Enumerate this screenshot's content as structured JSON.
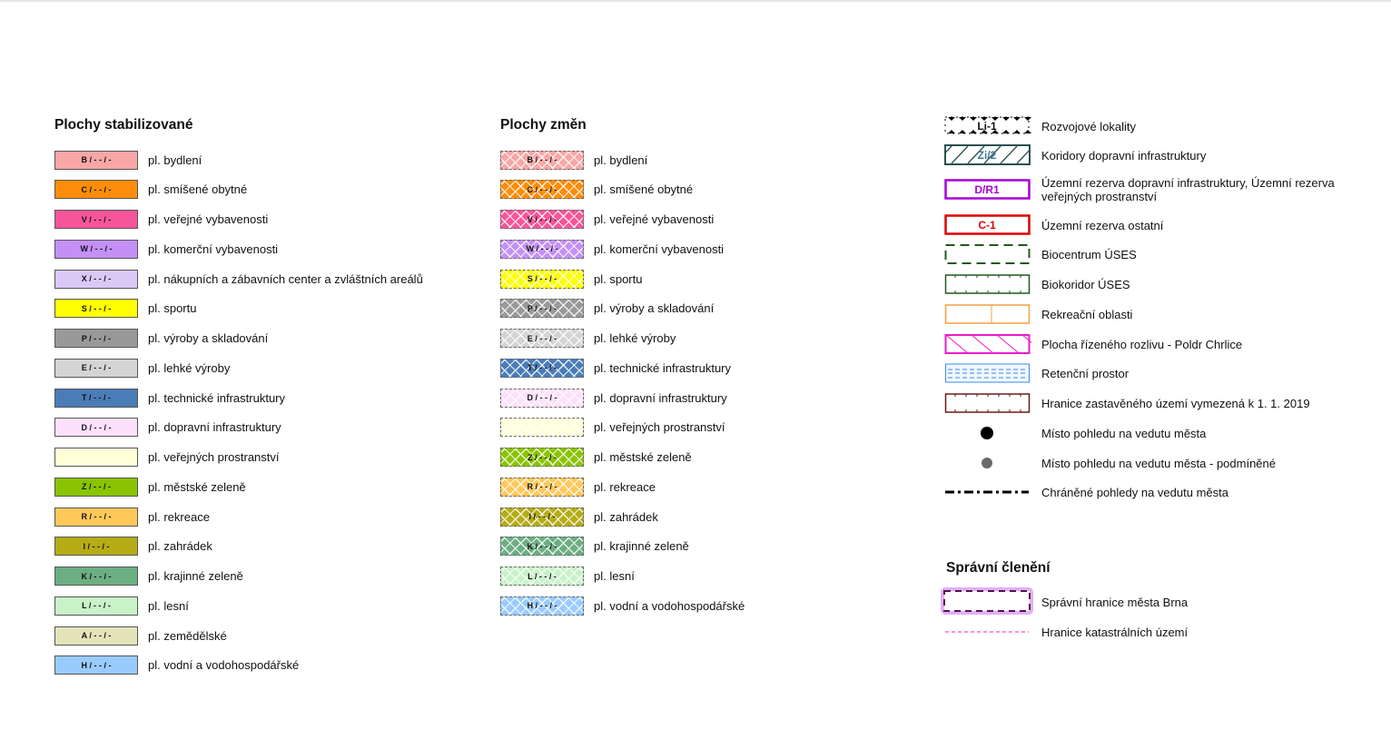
{
  "stabilized": {
    "title": "Plochy stabilizované",
    "items": [
      {
        "code": "B / - - / -",
        "label": "pl. bydlení",
        "color": "#f9a6a6"
      },
      {
        "code": "C / - - / -",
        "label": "pl. smíšené obytné",
        "color": "#ff8c0a"
      },
      {
        "code": "V / - - / -",
        "label": "pl. veřejné vybavenosti",
        "color": "#f7559a"
      },
      {
        "code": "W / - - / -",
        "label": "pl. komerční vybavenosti",
        "color": "#c490f5"
      },
      {
        "code": "X / - - / -",
        "label": "pl. nákupních a zábavních center a zvláštních areálů",
        "color": "#dcc8f7"
      },
      {
        "code": "S / - - / -",
        "label": "pl. sportu",
        "color": "#ffff00"
      },
      {
        "code": "P / - - / -",
        "label": "pl. výroby a skladování",
        "color": "#999999"
      },
      {
        "code": "E / - - / -",
        "label": "pl. lehké výroby",
        "color": "#d4d4d4"
      },
      {
        "code": "T / - - / -",
        "label": "pl. technické infrastruktury",
        "color": "#4a7db8"
      },
      {
        "code": "D / - - / -",
        "label": "pl. dopravní infrastruktury",
        "color": "#fde0fb"
      },
      {
        "code": "",
        "label": "pl. veřejných prostranství",
        "color": "#ffffd8"
      },
      {
        "code": "Z / - - / -",
        "label": "pl. městské zeleně",
        "color": "#8ac400"
      },
      {
        "code": "R / - - / -",
        "label": "pl. rekreace",
        "color": "#ffc85a"
      },
      {
        "code": "I / - - / -",
        "label": "pl. zahrádek",
        "color": "#b5ac16"
      },
      {
        "code": "K / - - / -",
        "label": "pl. krajinné zeleně",
        "color": "#6cae82"
      },
      {
        "code": "L / - - / -",
        "label": "pl. lesní",
        "color": "#c8f2c8"
      },
      {
        "code": "A / - - / -",
        "label": "pl. zemědělské",
        "color": "#e4e4ba"
      },
      {
        "code": "H / - - / -",
        "label": "pl. vodní a vodohospodářské",
        "color": "#99cbff"
      }
    ]
  },
  "changes": {
    "title": "Plochy změn",
    "items": [
      {
        "code": "B / - - / -",
        "label": "pl. bydlení",
        "color": "#f9a6a6"
      },
      {
        "code": "C / - - / -",
        "label": "pl. smíšené obytné",
        "color": "#ff8c0a"
      },
      {
        "code": "V / - - / -",
        "label": "pl. veřejné vybavenosti",
        "color": "#f7559a"
      },
      {
        "code": "W / - - / -",
        "label": "pl. komerční vybavenosti",
        "color": "#c490f5"
      },
      {
        "code": "S / - - / -",
        "label": "pl. sportu",
        "color": "#ffff00"
      },
      {
        "code": "P / - - / -",
        "label": "pl. výroby a skladování",
        "color": "#999999"
      },
      {
        "code": "E / - - / -",
        "label": "pl. lehké výroby",
        "color": "#d4d4d4"
      },
      {
        "code": "T / - - / -",
        "label": "pl. technické infrastruktury",
        "color": "#4a7db8"
      },
      {
        "code": "D / - - / -",
        "label": "pl. dopravní infrastruktury",
        "color": "#fde0fb"
      },
      {
        "code": "",
        "label": "pl. veřejných prostranství",
        "color": "#ffffd8"
      },
      {
        "code": "Z / - - / -",
        "label": "pl. městské zeleně",
        "color": "#8ac400"
      },
      {
        "code": "R / - - / -",
        "label": "pl. rekreace",
        "color": "#ffc85a"
      },
      {
        "code": "I / - - / -",
        "label": "pl. zahrádek",
        "color": "#b5ac16"
      },
      {
        "code": "K / - - / -",
        "label": "pl. krajinné zeleně",
        "color": "#6cae82"
      },
      {
        "code": "L / - - / -",
        "label": "pl. lesní",
        "color": "#c8f2c8"
      },
      {
        "code": "H / - - / -",
        "label": "pl. vodní a vodohospodářské",
        "color": "#99cbff"
      }
    ]
  },
  "other": {
    "items": [
      {
        "icon": "development-locality-icon",
        "code": "Li-1",
        "label": "Rozvojové lokality"
      },
      {
        "icon": "transport-corridor-icon",
        "code": "Zi/2",
        "label": "Koridory dopravní infrastruktury"
      },
      {
        "icon": "reserve-transport-icon",
        "code": "D/R1",
        "label": "Územní rezerva dopravní infrastruktury, Územní rezerva veřejných prostranství",
        "color": "#a800d8"
      },
      {
        "icon": "reserve-other-icon",
        "code": "C-1",
        "label": "Územní rezerva ostatní",
        "color": "#e00000"
      },
      {
        "icon": "biocentre-icon",
        "label": "Biocentrum ÚSES",
        "color": "#1e5a1e"
      },
      {
        "icon": "biocorridor-icon",
        "label": "Biokoridor ÚSES",
        "color": "#1e5a1e"
      },
      {
        "icon": "recreation-area-icon",
        "label": "Rekreační oblasti",
        "color": "#f5a040"
      },
      {
        "icon": "flood-area-icon",
        "label": "Plocha řízeného rozlivu - Poldr Chrlice",
        "color": "#e81ccc"
      },
      {
        "icon": "retention-icon",
        "label": "Retenční prostor",
        "color": "#3a8ae8"
      },
      {
        "icon": "built-up-boundary-icon",
        "label": "Hranice zastavěného území vymezená k 1. 1. 2019",
        "color": "#6a1a1a"
      },
      {
        "icon": "viewpoint-icon",
        "label": "Místo pohledu na vedutu města",
        "color": "#000000"
      },
      {
        "icon": "viewpoint-conditional-icon",
        "label": "Místo pohledu na vedutu města - podmíněné",
        "color": "#6a6a6a"
      },
      {
        "icon": "protected-view-line-icon",
        "label": "Chráněné pohledy na vedutu města",
        "color": "#000000"
      }
    ]
  },
  "admin": {
    "title": "Správní členění",
    "items": [
      {
        "icon": "city-boundary-icon",
        "label": "Správní hranice města Brna",
        "color": "#5a1050"
      },
      {
        "icon": "cadastral-boundary-icon",
        "label": "Hranice katastrálních území",
        "color": "#ff66cc"
      }
    ]
  }
}
